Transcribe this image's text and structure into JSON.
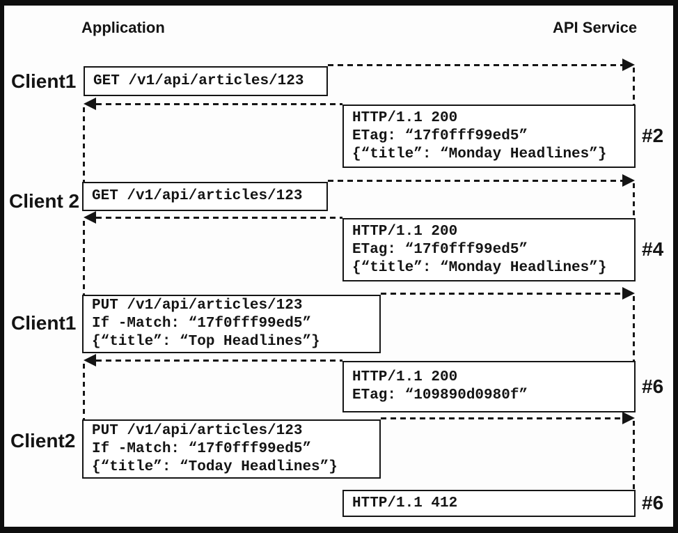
{
  "actors": {
    "left": "Application",
    "right": "API Service"
  },
  "clients": [
    {
      "label": "Client1"
    },
    {
      "label": "Client 2"
    },
    {
      "label": "Client1"
    },
    {
      "label": "Client2"
    }
  ],
  "messages": [
    {
      "kind": "request",
      "lines": [
        "GET /v1/api/articles/123"
      ]
    },
    {
      "kind": "response",
      "tag": "#2",
      "lines": [
        "HTTP/1.1 200",
        "ETag: “17f0fff99ed5”",
        "{“title”: “Monday Headlines”}"
      ]
    },
    {
      "kind": "request",
      "lines": [
        "GET /v1/api/articles/123"
      ]
    },
    {
      "kind": "response",
      "tag": "#4",
      "lines": [
        "HTTP/1.1 200",
        "ETag: “17f0fff99ed5”",
        "{“title”: “Monday Headlines”}"
      ]
    },
    {
      "kind": "request",
      "lines": [
        "PUT /v1/api/articles/123",
        "If -Match: “17f0fff99ed5”",
        "{“title”: “Top Headlines”}"
      ]
    },
    {
      "kind": "response",
      "tag": "#6",
      "lines": [
        "HTTP/1.1 200",
        "ETag: “109890d0980f”"
      ]
    },
    {
      "kind": "request",
      "lines": [
        "PUT /v1/api/articles/123",
        "If -Match: “17f0fff99ed5”",
        "{“title”: “Today Headlines”}"
      ]
    },
    {
      "kind": "response",
      "tag": "#6",
      "lines": [
        "HTTP/1.1 412"
      ]
    }
  ],
  "colors": {
    "ink": "#141414",
    "background": "#fdfdfd",
    "box_background": "#ffffff"
  }
}
